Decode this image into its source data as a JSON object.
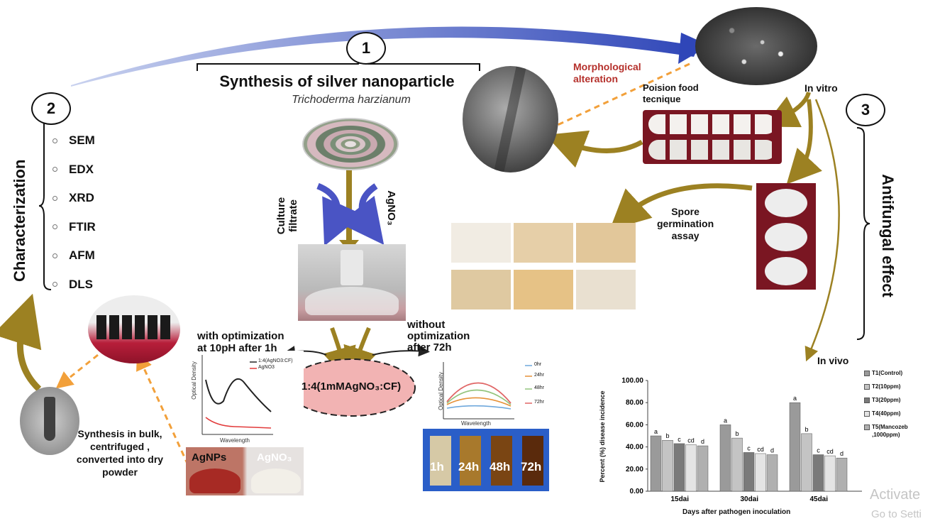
{
  "steps": {
    "step1": "1",
    "step2": "2",
    "step3": "3"
  },
  "synthesis": {
    "title": "Synthesis of silver nanoparticle",
    "organism": "Trichoderma harzianum"
  },
  "characterization": {
    "title": "Characterization",
    "techniques": [
      "SEM",
      "EDX",
      "XRD",
      "FTIR",
      "AFM",
      "DLS"
    ]
  },
  "reagents": {
    "culture_filtrate": [
      "Culture",
      "filtrate"
    ],
    "agno3": "AgNO₃"
  },
  "ratio_label": "1:4(1mMAgNO₃:CF)",
  "optimization": {
    "with": [
      "with optimization",
      "at 10pH after 1h"
    ],
    "without": [
      "without",
      "optimization",
      "after 72h"
    ]
  },
  "bulk_text": [
    "Synthesis in bulk,",
    "centrifuged ,",
    "converted into dry",
    "powder"
  ],
  "flask_labels": {
    "agnps": "AgNPs",
    "agno3": "AgNO₃"
  },
  "tube_times": [
    "1h",
    "24h",
    "48h",
    "72h"
  ],
  "antifungal": {
    "title": "Antifungal effect",
    "in_vitro": "In vitro",
    "in_vivo": "In vivo",
    "morphological": [
      "Morphological",
      "alteration"
    ],
    "poison_food": [
      "Poision food",
      "tecnique"
    ],
    "spore": [
      "Spore",
      "germination",
      "assay"
    ]
  },
  "uv_left": {
    "ylabel": "Optical Density",
    "xlabel": "Wavelength",
    "legend": [
      "1:4(AgNO3:CF)",
      "AgNO3"
    ],
    "colors": [
      "#222222",
      "#e23b3b"
    ]
  },
  "uv_right": {
    "ylabel": "Optical Density",
    "xlabel": "Wavelength",
    "legend": [
      "0hr",
      "24hr",
      "48hr",
      "72hr"
    ],
    "colors": [
      "#6fa8dc",
      "#e69138",
      "#93c47d",
      "#e06666"
    ]
  },
  "bar_chart": {
    "type": "bar",
    "ylabel": "Percent (%) disease incidence",
    "xlabel": "Days after pathogen inoculation",
    "categories": [
      "15dai",
      "30dai",
      "45dai"
    ],
    "ylim": [
      0,
      100
    ],
    "yticks": [
      "0.00",
      "20.00",
      "40.00",
      "60.00",
      "80.00",
      "100.00"
    ],
    "series": [
      {
        "name": "T1(Control)",
        "values": [
          50,
          60,
          80
        ],
        "letters": [
          "a",
          "a",
          "a"
        ],
        "color": "#9a9a9a"
      },
      {
        "name": "T2(10ppm)",
        "values": [
          46,
          48,
          52
        ],
        "letters": [
          "b",
          "b",
          "b"
        ],
        "color": "#c4c4c4"
      },
      {
        "name": "T3(20ppm)",
        "values": [
          43,
          35,
          33
        ],
        "letters": [
          "c",
          "c",
          "c"
        ],
        "color": "#7a7a7a"
      },
      {
        "name": "T4(40ppm)",
        "values": [
          42,
          34,
          32
        ],
        "letters": [
          "cd",
          "cd",
          "cd"
        ],
        "color": "#e4e4e4"
      },
      {
        "name": "T5(Mancozeb ,1000ppm)",
        "values": [
          41,
          33,
          30
        ],
        "letters": [
          "d",
          "d",
          "d"
        ],
        "color": "#b0b0b0"
      }
    ]
  },
  "watermark": [
    "Activate",
    "Go to Setti"
  ]
}
